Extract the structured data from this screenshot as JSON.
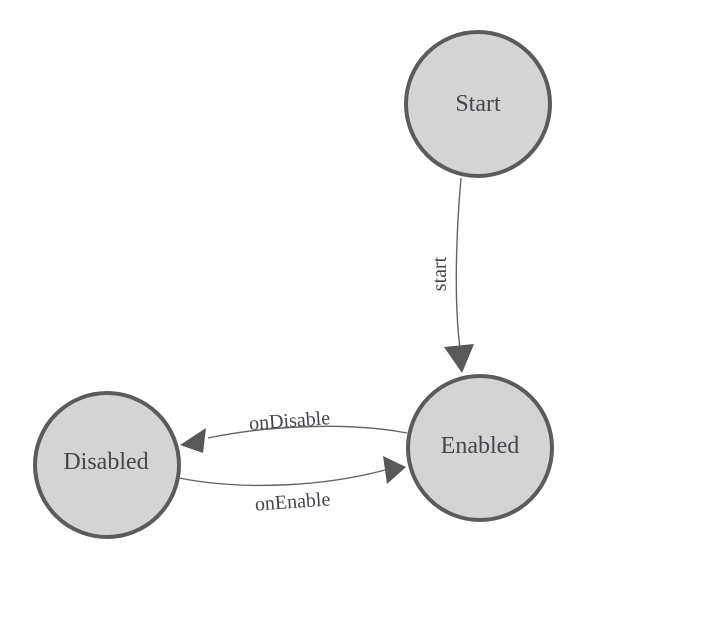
{
  "diagram": {
    "type": "state-machine",
    "background_color": "#ffffff",
    "colors": {
      "node_fill": "#d4d4d4",
      "node_stroke": "#5b5b5e",
      "edge_stroke": "#636366",
      "arrow_fill": "#58585b",
      "label_text": "#45454c"
    },
    "nodes": [
      {
        "id": "start",
        "label": "Start"
      },
      {
        "id": "enabled",
        "label": "Enabled"
      },
      {
        "id": "disabled",
        "label": "Disabled"
      }
    ],
    "edges": [
      {
        "id": "start-transition",
        "label": "start",
        "from": "Start",
        "to": "Enabled"
      },
      {
        "id": "ondisable-transition",
        "label": "onDisable",
        "from": "Enabled",
        "to": "Disabled"
      },
      {
        "id": "onenable-transition",
        "label": "onEnable",
        "from": "Disabled",
        "to": "Enabled"
      }
    ]
  }
}
